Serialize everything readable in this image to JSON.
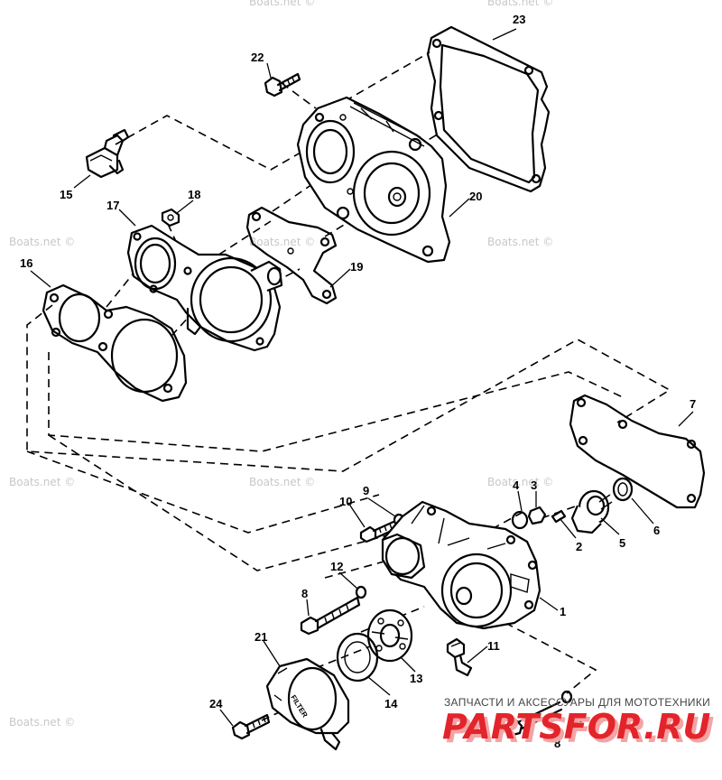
{
  "callouts": [
    {
      "n": "1",
      "label": "1"
    },
    {
      "n": "2",
      "label": "2"
    },
    {
      "n": "3",
      "label": "3"
    },
    {
      "n": "4",
      "label": "4"
    },
    {
      "n": "5",
      "label": "5"
    },
    {
      "n": "6",
      "label": "6"
    },
    {
      "n": "7",
      "label": "7"
    },
    {
      "n": "8",
      "label": "8"
    },
    {
      "n": "8b",
      "label": "8"
    },
    {
      "n": "9",
      "label": "9"
    },
    {
      "n": "9b",
      "label": "9"
    },
    {
      "n": "10",
      "label": "10"
    },
    {
      "n": "11",
      "label": "11"
    },
    {
      "n": "12",
      "label": "12"
    },
    {
      "n": "13",
      "label": "13"
    },
    {
      "n": "14",
      "label": "14"
    },
    {
      "n": "15",
      "label": "15"
    },
    {
      "n": "16",
      "label": "16"
    },
    {
      "n": "17",
      "label": "17"
    },
    {
      "n": "18",
      "label": "18"
    },
    {
      "n": "19",
      "label": "19"
    },
    {
      "n": "20",
      "label": "20"
    },
    {
      "n": "21",
      "label": "21"
    },
    {
      "n": "22",
      "label": "22"
    },
    {
      "n": "23",
      "label": "23"
    },
    {
      "n": "24",
      "label": "24"
    }
  ],
  "watermark": "Boats.net ©",
  "filter_stamp": "FILTER",
  "banner": {
    "subtitle": "ЗАПЧАСТИ И АКСЕССУАРЫ ДЛЯ МОТОТЕХНИКИ",
    "logo_part1": "PARTS",
    "logo_part2": "FOR",
    "logo_part3": ".RU",
    "logo_color": "#e3242b",
    "logo_shadow": "#f3a4a4"
  }
}
